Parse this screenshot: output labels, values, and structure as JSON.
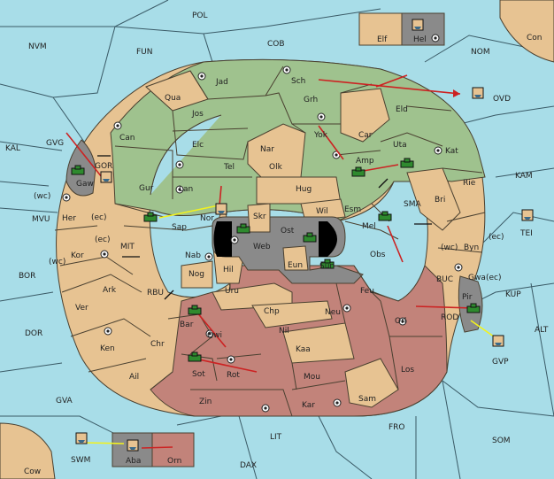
{
  "colors": {
    "sea": "#a8dde8",
    "neutral": "#e7c392",
    "green": "#9fc28e",
    "red": "#c2837a",
    "grey": "#8a8a8a",
    "order_red": "#cc2222",
    "order_yellow": "#f2f21e"
  },
  "sea_labels": [
    {
      "id": "pol",
      "text": "POL"
    },
    {
      "id": "nvm",
      "text": "NVM"
    },
    {
      "id": "cob",
      "text": "COB"
    },
    {
      "id": "fun",
      "text": "FUN"
    },
    {
      "id": "nom",
      "text": "NOM"
    },
    {
      "id": "con",
      "text": "Con"
    },
    {
      "id": "kal",
      "text": "KAL"
    },
    {
      "id": "gvg",
      "text": "GVG"
    },
    {
      "id": "gor",
      "text": "GOR"
    },
    {
      "id": "ovd",
      "text": "OVD"
    },
    {
      "id": "kam",
      "text": "KAM"
    },
    {
      "id": "sma",
      "text": "SMA"
    },
    {
      "id": "tei",
      "text": "TEI"
    },
    {
      "id": "mvu",
      "text": "MVU"
    },
    {
      "id": "mit",
      "text": "MIT"
    },
    {
      "id": "bor",
      "text": "BOR"
    },
    {
      "id": "rbu",
      "text": "RBU"
    },
    {
      "id": "buc",
      "text": "BUC"
    },
    {
      "id": "kup",
      "text": "KUP"
    },
    {
      "id": "rod",
      "text": "ROD"
    },
    {
      "id": "alt",
      "text": "ALT"
    },
    {
      "id": "dor",
      "text": "DOR"
    },
    {
      "id": "gvp",
      "text": "GVP"
    },
    {
      "id": "gva",
      "text": "GVA"
    },
    {
      "id": "fro",
      "text": "FRO"
    },
    {
      "id": "som",
      "text": "SOM"
    },
    {
      "id": "lit",
      "text": "LIT"
    },
    {
      "id": "swm",
      "text": "SWM"
    },
    {
      "id": "dax",
      "text": "DAX"
    },
    {
      "id": "cow",
      "text": "Cow"
    }
  ],
  "land_labels": [
    {
      "id": "elf",
      "text": "Elf"
    },
    {
      "id": "hel",
      "text": "Hel"
    },
    {
      "id": "jad",
      "text": "Jad"
    },
    {
      "id": "sch",
      "text": "Sch"
    },
    {
      "id": "qua",
      "text": "Qua"
    },
    {
      "id": "jos",
      "text": "Jos"
    },
    {
      "id": "grh",
      "text": "Grh"
    },
    {
      "id": "eld",
      "text": "Eld"
    },
    {
      "id": "can",
      "text": "Can"
    },
    {
      "id": "yok",
      "text": "Yok"
    },
    {
      "id": "car",
      "text": "Car"
    },
    {
      "id": "uta",
      "text": "Uta"
    },
    {
      "id": "kat",
      "text": "Kat"
    },
    {
      "id": "elc",
      "text": "Elc"
    },
    {
      "id": "nar",
      "text": "Nar"
    },
    {
      "id": "amp",
      "text": "Amp"
    },
    {
      "id": "tel",
      "text": "Tel"
    },
    {
      "id": "olk",
      "text": "Olk"
    },
    {
      "id": "gaw",
      "text": "Gaw"
    },
    {
      "id": "gur",
      "text": "Gur"
    },
    {
      "id": "lan",
      "text": "Lan"
    },
    {
      "id": "hug",
      "text": "Hug"
    },
    {
      "id": "rie",
      "text": "Rie"
    },
    {
      "id": "bri",
      "text": "Bri"
    },
    {
      "id": "wil",
      "text": "Wil"
    },
    {
      "id": "esm",
      "text": "Esm"
    },
    {
      "id": "her",
      "text": "Her"
    },
    {
      "id": "wc1",
      "text": "(wc)"
    },
    {
      "id": "ec1",
      "text": "(ec)"
    },
    {
      "id": "nor",
      "text": "Nor"
    },
    {
      "id": "sap",
      "text": "Sap"
    },
    {
      "id": "skr",
      "text": "Skr"
    },
    {
      "id": "ost",
      "text": "Ost"
    },
    {
      "id": "web",
      "text": "Web"
    },
    {
      "id": "mel",
      "text": "Mel"
    },
    {
      "id": "ec2",
      "text": "(ec)"
    },
    {
      "id": "kor",
      "text": "Kor"
    },
    {
      "id": "ec3",
      "text": "(ec)"
    },
    {
      "id": "wc2",
      "text": "(wc)"
    },
    {
      "id": "nab",
      "text": "Nab"
    },
    {
      "id": "byn",
      "text": "Byn"
    },
    {
      "id": "wc3",
      "text": "(wc)"
    },
    {
      "id": "ec4",
      "text": "(ec)"
    },
    {
      "id": "eun",
      "text": "Eun"
    },
    {
      "id": "sun",
      "text": "Sun"
    },
    {
      "id": "obs",
      "text": "Obs"
    },
    {
      "id": "hil",
      "text": "Hil"
    },
    {
      "id": "nog",
      "text": "Nog"
    },
    {
      "id": "ark",
      "text": "Ark"
    },
    {
      "id": "uru",
      "text": "Uru"
    },
    {
      "id": "feu",
      "text": "Feu"
    },
    {
      "id": "gwa",
      "text": "Gwa"
    },
    {
      "id": "pir",
      "text": "Pir"
    },
    {
      "id": "ver",
      "text": "Ver"
    },
    {
      "id": "chp",
      "text": "Chp"
    },
    {
      "id": "neu",
      "text": "Neu"
    },
    {
      "id": "orl",
      "text": "Orl"
    },
    {
      "id": "bar",
      "text": "Bar"
    },
    {
      "id": "qwi",
      "text": "Qwi"
    },
    {
      "id": "nil",
      "text": "Nil"
    },
    {
      "id": "ken",
      "text": "Ken"
    },
    {
      "id": "chr",
      "text": "Chr"
    },
    {
      "id": "kaa",
      "text": "Kaa"
    },
    {
      "id": "sot",
      "text": "Sot"
    },
    {
      "id": "rot",
      "text": "Rot"
    },
    {
      "id": "los",
      "text": "Los"
    },
    {
      "id": "ail",
      "text": "Ail"
    },
    {
      "id": "mou",
      "text": "Mou"
    },
    {
      "id": "sam",
      "text": "Sam"
    },
    {
      "id": "zin",
      "text": "Zin"
    },
    {
      "id": "kar",
      "text": "Kar"
    },
    {
      "id": "aba",
      "text": "Aba"
    },
    {
      "id": "orn",
      "text": "Orn"
    }
  ]
}
